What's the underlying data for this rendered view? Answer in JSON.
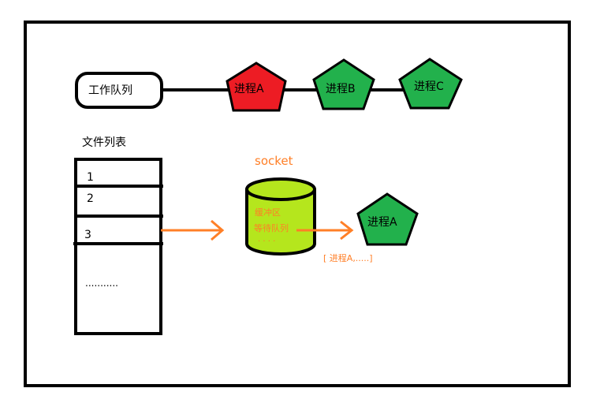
{
  "work_queue": {
    "label": "工作队列"
  },
  "processes": [
    "进程A",
    "进程B",
    "进程C"
  ],
  "file_list": {
    "title": "文件列表",
    "rows": [
      "1",
      "2",
      "3"
    ],
    "ellipsis": "..........."
  },
  "socket": {
    "title": "socket",
    "buffer_label": "缓冲区",
    "wait_queue_label": "等待队列",
    "dots": ". . . ."
  },
  "waiting_process": {
    "label": "进程A"
  },
  "wait_list_text": "[ 进程A,.....]",
  "colors": {
    "red": "#ed1c24",
    "green": "#22b14c",
    "lime": "#b5e61d",
    "orange": "#ff7f27",
    "black": "#000000"
  }
}
